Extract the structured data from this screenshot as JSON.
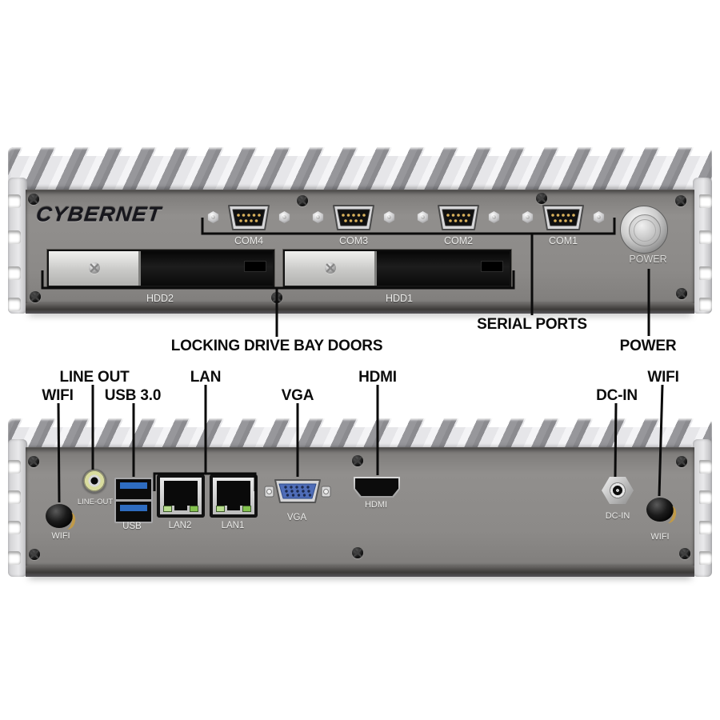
{
  "front": {
    "brand": "CYBERNET",
    "com_ports": [
      "COM4",
      "COM3",
      "COM2",
      "COM1"
    ],
    "drive_bays": [
      "HDD2",
      "HDD1"
    ],
    "power_button_label": "POWER",
    "callouts": {
      "drive_bays": "LOCKING DRIVE BAY DOORS",
      "serial_ports": "SERIAL PORTS",
      "power": "POWER"
    }
  },
  "rear": {
    "device_labels": {
      "wifi_left": "WIFI",
      "line_out": "LINE-OUT",
      "usb": "USB",
      "lan2": "LAN2",
      "lan1": "LAN1",
      "vga": "VGA",
      "hdmi": "HDMI",
      "dc_in": "DC-IN",
      "wifi_right": "WIFI"
    },
    "callouts": {
      "wifi_left": "WIFI",
      "line_out": "LINE OUT",
      "usb3": "USB 3.0",
      "lan": "LAN",
      "vga": "VGA",
      "hdmi": "HDMI",
      "dc_in": "DC-IN",
      "wifi_right": "WIFI"
    }
  },
  "colors": {
    "background": "#ffffff",
    "chassis_silver": "#dddddf",
    "panel_gray": "#8b8987",
    "callout_line": "#0b0b0b",
    "usb_blue": "#2e6cc0",
    "vga_blue": "#4f6db8",
    "led_green": "#84c24e",
    "audio_jack_ring": "#d9dc9e",
    "pin_gold": "#d9b15c"
  }
}
